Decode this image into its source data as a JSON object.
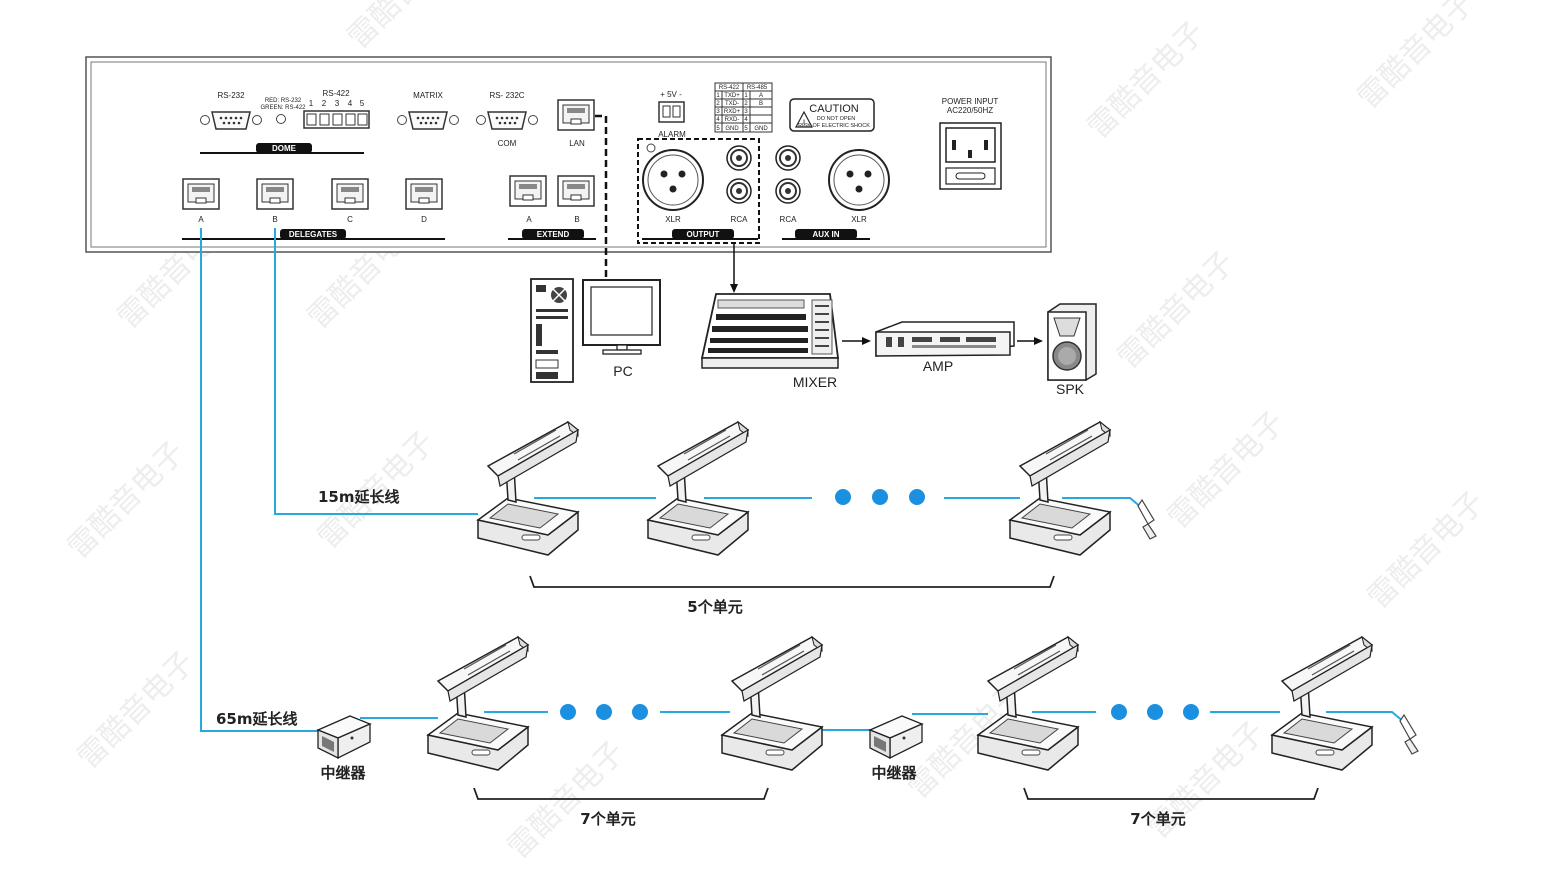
{
  "panel": {
    "rs232": "RS-232",
    "rs422": "RS-422",
    "rs422_nums": [
      "1",
      "2",
      "3",
      "4",
      "5"
    ],
    "led_note_1": "RED: RS-232",
    "led_note_2": "GREEN: RS-422",
    "dome": "DOME",
    "matrix": "MATRIX",
    "rs232c": "RS- 232C",
    "com": "COM",
    "lan": "LAN",
    "delegates": "DELEGATES",
    "delegate_ports": [
      "A",
      "B",
      "C",
      "D"
    ],
    "extend": "EXTEND",
    "extend_ports": [
      "A",
      "B"
    ],
    "v5": "+  5V  -",
    "alarm": "ALARM",
    "table_h1": "RS-422",
    "table_h2": "RS-485",
    "table_rows": [
      [
        "1",
        "TXD+",
        "1",
        "A"
      ],
      [
        "2",
        "TXD-",
        "2",
        "B"
      ],
      [
        "3",
        "RXD+",
        "3",
        ""
      ],
      [
        "4",
        "RXD-",
        "4",
        ""
      ],
      [
        "5",
        "GND",
        "5",
        "GND"
      ]
    ],
    "caution": "CAUTION",
    "caution_1": "DO NOT OPEN",
    "caution_2": "RISK OF ELECTRIC SHOCK",
    "power_1": "POWER INPUT",
    "power_2": "AC220/50HZ",
    "xlr": "XLR",
    "rca": "RCA",
    "output": "OUTPUT",
    "aux_in": "AUX  IN"
  },
  "devices": {
    "pc": "PC",
    "mixer": "MIXER",
    "amp": "AMP",
    "spk": "SPK"
  },
  "chains": {
    "cable_15m": "15m延长线",
    "cable_65m": "65m延长线",
    "repeater": "中继器",
    "group_5": "5个单元",
    "group_7": "7个单元"
  },
  "watermark": "雷酷音电子",
  "colors": {
    "cable": "#29a8e0",
    "dot": "#1b8fe0",
    "ink": "#222222"
  }
}
